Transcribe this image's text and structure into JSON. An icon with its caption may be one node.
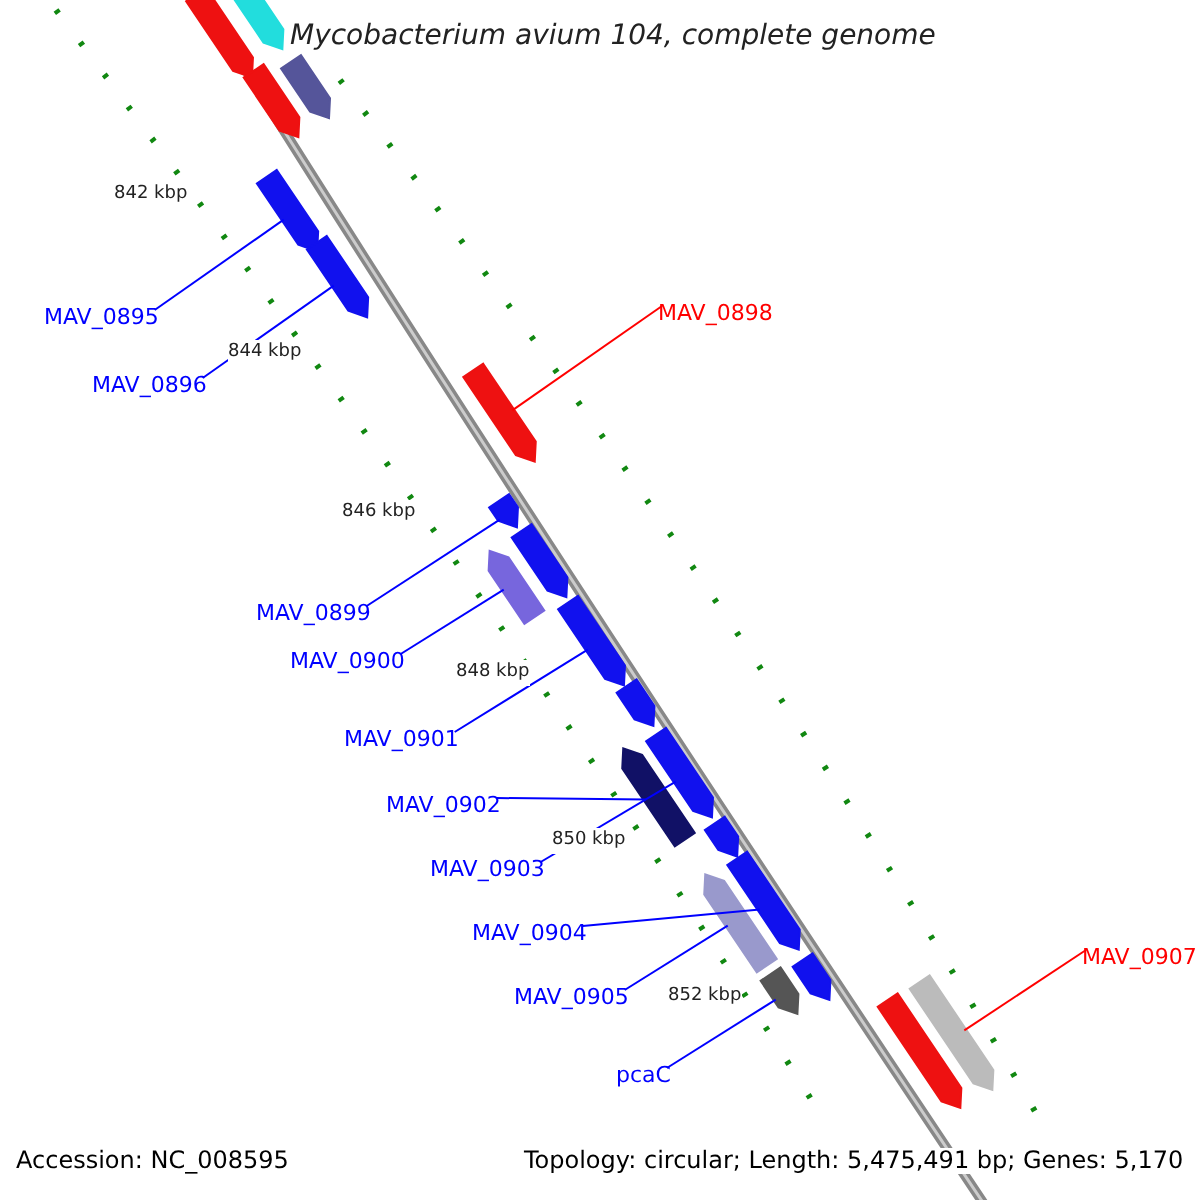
{
  "diagram": {
    "title": "Mycobacterium avium 104, complete genome",
    "nodes": [
      {
        "text": [
          "MAV_0895"
        ]
      },
      {
        "text": [
          "MAV_0896"
        ]
      },
      {
        "text": [
          "MAV_0898"
        ]
      },
      {
        "text": [
          "MAV_0899"
        ]
      },
      {
        "text": [
          "MAV_0900"
        ]
      },
      {
        "text": [
          "MAV_0901"
        ]
      },
      {
        "text": [
          "MAV_0902"
        ]
      },
      {
        "text": [
          "MAV_0903"
        ]
      },
      {
        "text": [
          "MAV_0904"
        ]
      },
      {
        "text": [
          "MAV_0905"
        ]
      },
      {
        "text": [
          "pcaC"
        ]
      },
      {
        "text": [
          "MAV_0907"
        ]
      },
      {
        "text": [],
        "shape": "arrow"
      },
      {
        "text": [],
        "shape": "arrow"
      },
      {
        "text": [],
        "shape": "arrow"
      },
      {
        "text": [],
        "shape": "arrow"
      },
      {
        "text": [],
        "shape": "arrow"
      },
      {
        "text": [],
        "shape": "arrow"
      },
      {
        "text": [],
        "shape": "arrow"
      },
      {
        "text": [],
        "shape": "arrow"
      },
      {
        "text": [],
        "shape": "arrow"
      },
      {
        "text": [],
        "shape": "arrow"
      },
      {
        "text": [],
        "shape": "arrow"
      },
      {
        "text": [],
        "shape": "arrow"
      },
      {
        "text": [],
        "shape": "arrow"
      },
      {
        "text": [],
        "shape": "arrow"
      },
      {
        "text": [],
        "shape": "arrow"
      },
      {
        "text": [],
        "shape": "arrow"
      },
      {
        "text": [],
        "shape": "arrow"
      },
      {
        "text": [],
        "shape": "arrow"
      },
      {
        "text": [],
        "shape": "arrow"
      },
      {
        "text": [],
        "shape": "arrow"
      },
      {
        "text": [],
        "shape": "arrow"
      }
    ],
    "edges": [
      {
        "from": 0,
        "to": 16,
        "arrow": "none"
      },
      {
        "from": 1,
        "to": 17,
        "arrow": "none"
      },
      {
        "from": 2,
        "to": 18,
        "arrow": "none",
        "color": "#ff0000"
      },
      {
        "from": 3,
        "to": 19,
        "arrow": "none"
      },
      {
        "from": 4,
        "to": 20,
        "arrow": "none"
      },
      {
        "from": 5,
        "to": 22,
        "arrow": "none"
      },
      {
        "from": 6,
        "to": 24,
        "arrow": "none"
      },
      {
        "from": 7,
        "to": 25,
        "arrow": "none"
      },
      {
        "from": 8,
        "to": 27,
        "arrow": "none"
      },
      {
        "from": 9,
        "to": 28,
        "arrow": "none"
      },
      {
        "from": 10,
        "to": 29,
        "arrow": "none"
      },
      {
        "from": 11,
        "to": 32,
        "arrow": "none",
        "color": "#ff0000"
      }
    ],
    "labels": [
      "842 kbp",
      "844 kbp",
      "846 kbp",
      "848 kbp",
      "850 kbp",
      "852 kbp",
      "Accession: NC_008595",
      "Topology: circular; Length: 5,475,491 bp; Genes: 5,170"
    ]
  }
}
